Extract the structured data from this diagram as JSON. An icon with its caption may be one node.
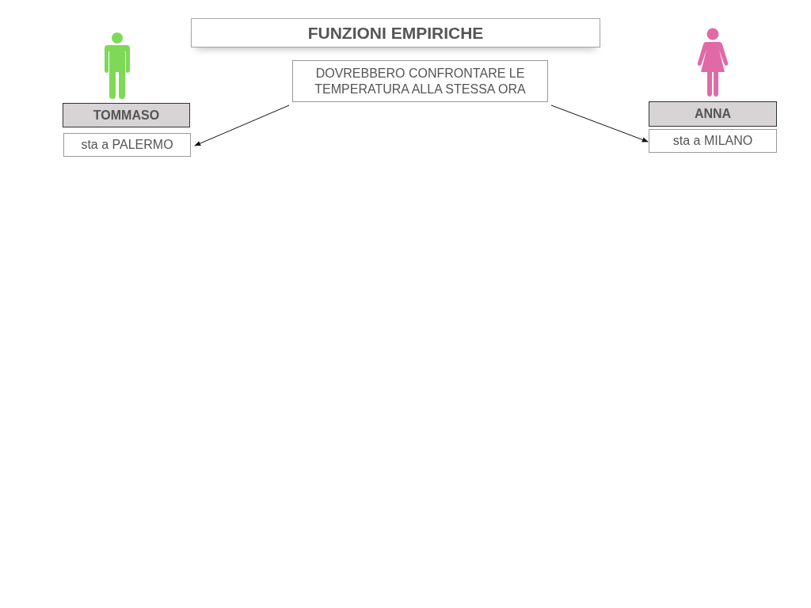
{
  "diagram": {
    "title": "FUNZIONI EMPIRICHE",
    "nodes": [
      {
        "text": [
          "TOMMASO"
        ]
      },
      {
        "text": [
          "sta a PALERMO"
        ]
      },
      {
        "text": [
          "DOVREBBERO CONFRONTARE LE TEMPERATURA ALLA STESSA ORA"
        ]
      },
      {
        "text": [
          "ANNA"
        ]
      },
      {
        "text": [
          "sta a MILANO"
        ]
      }
    ],
    "edges": [
      {
        "from": 2,
        "to": 1,
        "arrow": "to"
      },
      {
        "from": 2,
        "to": 4,
        "arrow": "to"
      }
    ]
  }
}
